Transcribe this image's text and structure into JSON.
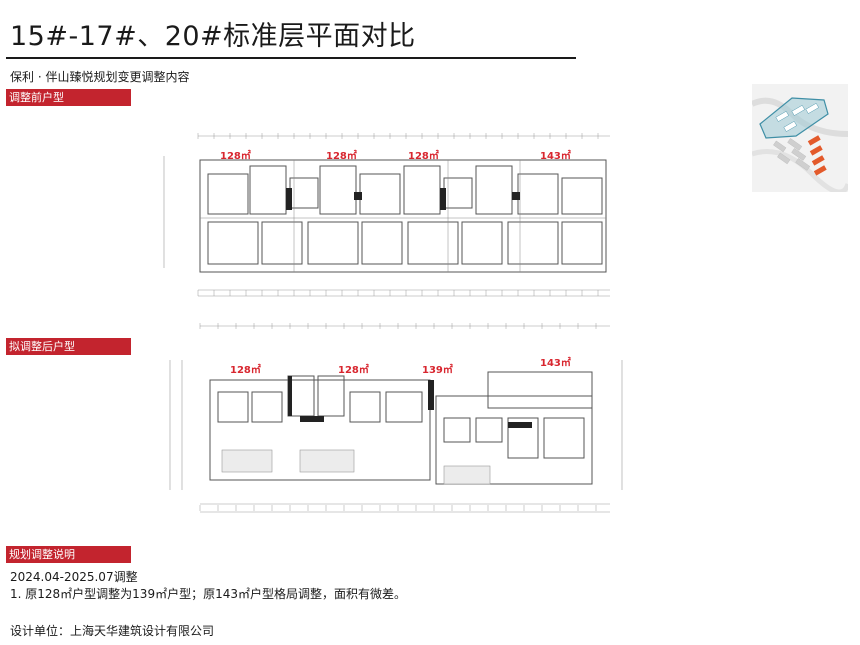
{
  "page": {
    "title": "15#-17#、20#标准层平面对比",
    "subtitle": "保利 · 伴山臻悦规划变更调整内容"
  },
  "sections": {
    "before_label": "调整前户型",
    "after_label": "拟调整后户型",
    "explain_label": "规划调整说明"
  },
  "before_plan": {
    "units": [
      "128㎡",
      "128㎡",
      "128㎡",
      "143㎡"
    ]
  },
  "after_plan": {
    "units": [
      "128㎡",
      "128㎡",
      "139㎡",
      "143㎡"
    ]
  },
  "explanation": {
    "period": "2024.04-2025.07调整",
    "item1": "1.  原128㎡户型调整为139㎡户型；原143㎡户型格局调整，面积有微差。",
    "designer": "设计单位：上海天华建筑设计有限公司"
  },
  "colors": {
    "accent_red": "#c3242e",
    "unit_label_red": "#d8262f",
    "highlight_orange": "#e35a2b",
    "site_teal": "#3f8fa6"
  }
}
